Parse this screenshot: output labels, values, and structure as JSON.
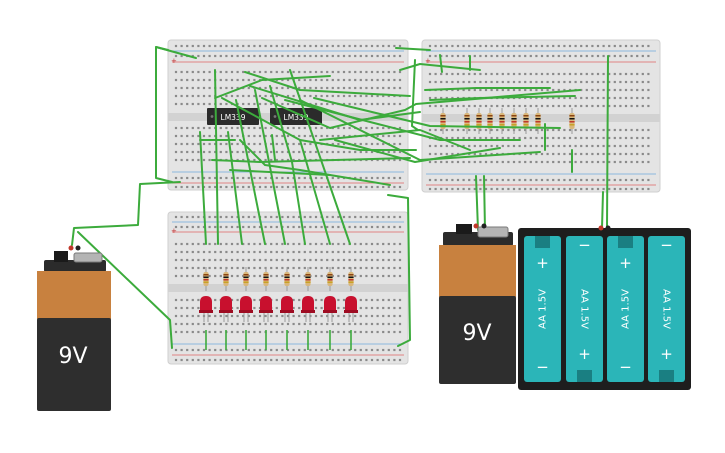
{
  "chips": [
    {
      "label": "LM339"
    },
    {
      "label": "LM339"
    }
  ],
  "batteries_9v": [
    {
      "label": "9V"
    },
    {
      "label": "9V"
    }
  ],
  "aa_cells": [
    {
      "label": "AA 1.5V"
    },
    {
      "label": "AA 1.5V"
    },
    {
      "label": "AA 1.5V"
    },
    {
      "label": "AA 1.5V"
    }
  ],
  "breadboard_marks": {
    "plus": "+",
    "minus": "−"
  },
  "colors": {
    "wire": "#3cab3c",
    "board": "#e4e4e4",
    "rail_red": "#e06666",
    "rail_blue": "#6fa8dc",
    "led": "#c8102e",
    "chip": "#2b2b2b",
    "battery_top": "#c8813f",
    "battery_body": "#2e2e2e",
    "aa_cell": "#2bb5b8",
    "aa_holder": "#1e1e1e"
  },
  "counts": {
    "leds": 8,
    "resistors_lower": 8,
    "resistors_right": 9
  }
}
